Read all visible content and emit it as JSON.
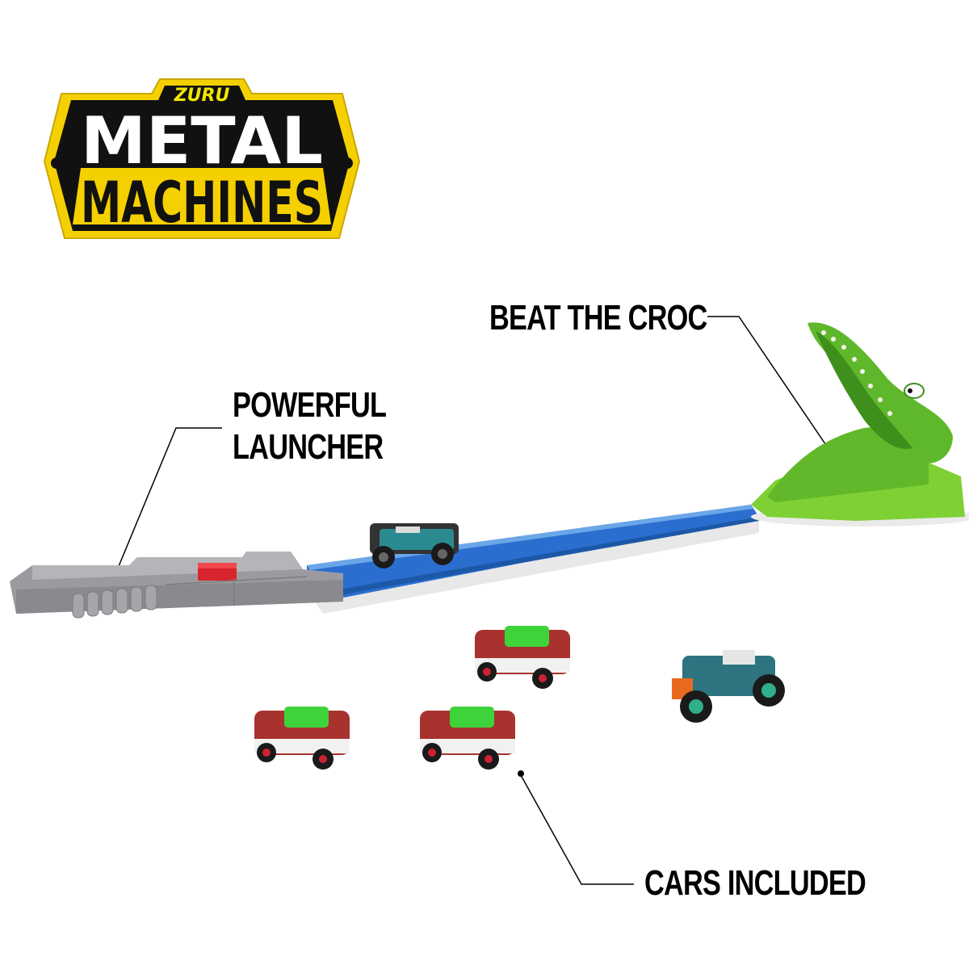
{
  "logo": {
    "brand": "ZURU",
    "line1": "METAL",
    "line2": "MACHINES",
    "colors": {
      "yellow": "#f5d000",
      "black": "#111111",
      "white": "#ffffff",
      "brand_text": "#f2e600"
    }
  },
  "callouts": {
    "launcher": {
      "line1": "POWERFUL",
      "line2": "LAUNCHER"
    },
    "croc": {
      "label": "BEAT THE CROC"
    },
    "cars": {
      "label": "CARS INCLUDED"
    }
  },
  "product": {
    "track_color": "#2a6fcf",
    "launcher_color": "#9b9b9f",
    "launcher_button_color": "#d8242c",
    "croc_color": "#6cc42a",
    "cars": [
      {
        "name": "monster-truck-on-track",
        "color": "#2b8a8f"
      },
      {
        "name": "red-suv-top",
        "color": "#a8322e"
      },
      {
        "name": "red-suv-left",
        "color": "#a8322e"
      },
      {
        "name": "red-suv-middle",
        "color": "#a8322e"
      },
      {
        "name": "teal-monster-truck",
        "color": "#2d7480"
      }
    ]
  }
}
